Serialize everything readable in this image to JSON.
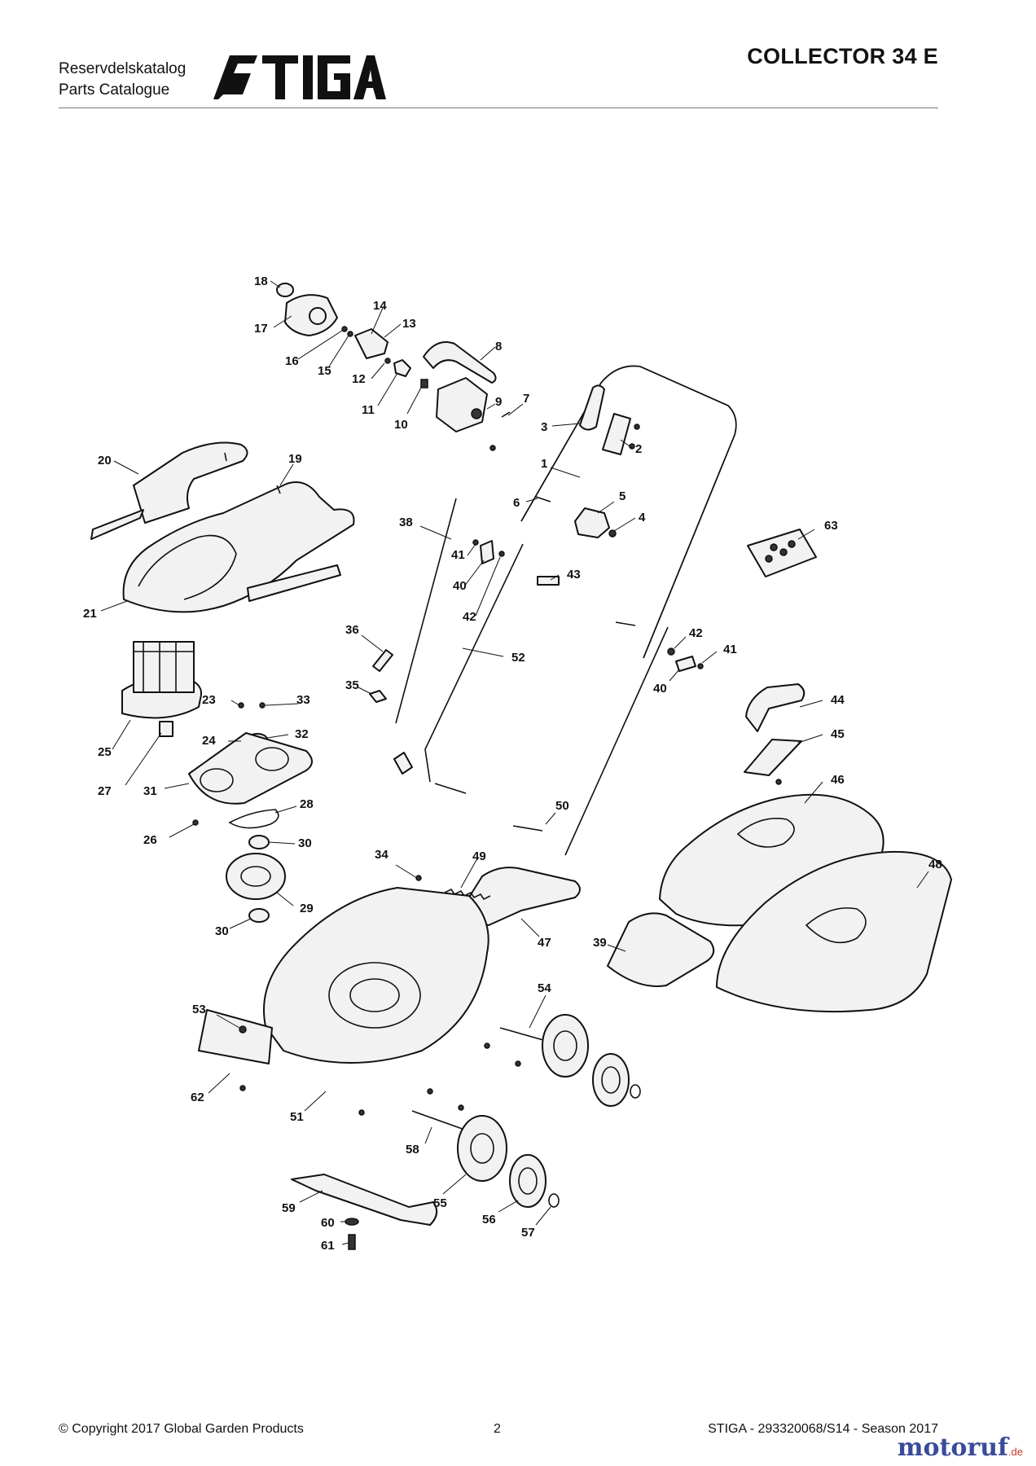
{
  "header": {
    "catalog_sv": "Reservdelskatalog",
    "catalog_en": "Parts Catalogue",
    "brand": "STIGA",
    "model": "COLLECTOR 34 E"
  },
  "parts": [
    {
      "n": "1"
    },
    {
      "n": "2"
    },
    {
      "n": "3"
    },
    {
      "n": "4"
    },
    {
      "n": "5"
    },
    {
      "n": "6"
    },
    {
      "n": "7"
    },
    {
      "n": "8"
    },
    {
      "n": "9"
    },
    {
      "n": "10"
    },
    {
      "n": "11"
    },
    {
      "n": "12"
    },
    {
      "n": "13"
    },
    {
      "n": "14"
    },
    {
      "n": "15"
    },
    {
      "n": "16"
    },
    {
      "n": "17"
    },
    {
      "n": "18"
    },
    {
      "n": "19"
    },
    {
      "n": "20"
    },
    {
      "n": "21"
    },
    {
      "n": "23"
    },
    {
      "n": "24"
    },
    {
      "n": "25"
    },
    {
      "n": "26"
    },
    {
      "n": "27"
    },
    {
      "n": "28"
    },
    {
      "n": "29"
    },
    {
      "n": "30"
    },
    {
      "n": "30"
    },
    {
      "n": "31"
    },
    {
      "n": "32"
    },
    {
      "n": "33"
    },
    {
      "n": "34"
    },
    {
      "n": "35"
    },
    {
      "n": "36"
    },
    {
      "n": "38"
    },
    {
      "n": "39"
    },
    {
      "n": "40"
    },
    {
      "n": "40"
    },
    {
      "n": "41"
    },
    {
      "n": "41"
    },
    {
      "n": "42"
    },
    {
      "n": "42"
    },
    {
      "n": "43"
    },
    {
      "n": "44"
    },
    {
      "n": "45"
    },
    {
      "n": "46"
    },
    {
      "n": "47"
    },
    {
      "n": "48"
    },
    {
      "n": "49"
    },
    {
      "n": "50"
    },
    {
      "n": "51"
    },
    {
      "n": "52"
    },
    {
      "n": "53"
    },
    {
      "n": "54"
    },
    {
      "n": "55"
    },
    {
      "n": "56"
    },
    {
      "n": "57"
    },
    {
      "n": "58"
    },
    {
      "n": "59"
    },
    {
      "n": "60"
    },
    {
      "n": "61"
    },
    {
      "n": "62"
    },
    {
      "n": "63"
    }
  ],
  "footer": {
    "copyright": "© Copyright 2017 Global Garden Products",
    "page": "2",
    "doc_ref": "STIGA - 293320068/S14 - Season 2017"
  },
  "watermark": {
    "main": "motoruf",
    "suffix": ".de"
  }
}
